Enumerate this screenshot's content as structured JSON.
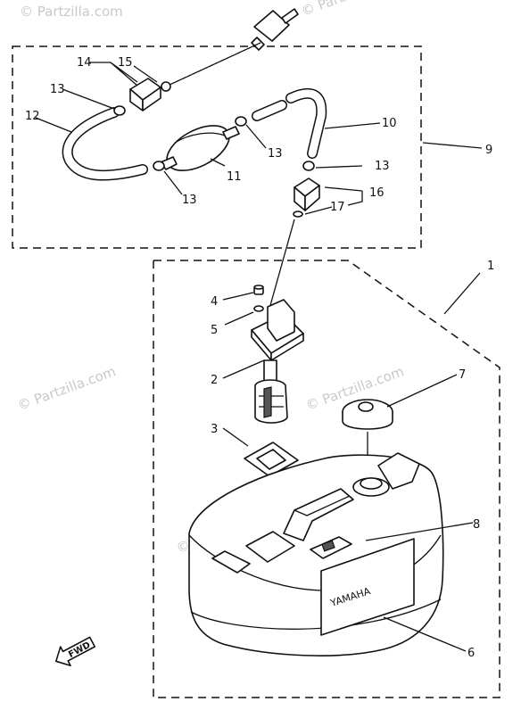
{
  "watermarks": [
    "© Partzilla.com",
    "© Partzilla.com",
    "© Partzilla.com",
    "© Partzilla.com",
    "© Partzilla.com"
  ],
  "callouts": [
    "1",
    "2",
    "3",
    "4",
    "5",
    "6",
    "7",
    "8",
    "9",
    "10",
    "11",
    "12",
    "13",
    "13",
    "13",
    "13",
    "14",
    "15",
    "16",
    "17"
  ],
  "tank_brand": "YAMAHA",
  "fwd_label": "FWD"
}
